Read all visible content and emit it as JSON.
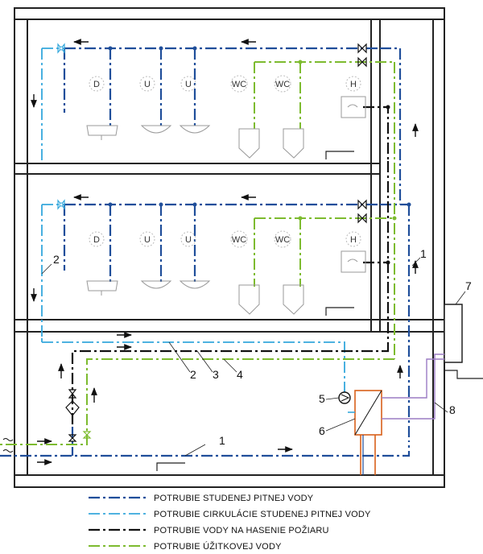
{
  "fixtures": {
    "floor2": [
      "D",
      "U",
      "U",
      "WC",
      "WC",
      "H"
    ],
    "floor1": [
      "D",
      "U",
      "U",
      "WC",
      "WC",
      "H"
    ]
  },
  "callouts": {
    "c1a": "1",
    "c2a": "2",
    "c1b": "1",
    "c2b": "2",
    "c3": "3",
    "c4": "4",
    "c5": "5",
    "c6": "6",
    "c7": "7",
    "c8": "8"
  },
  "legend": [
    {
      "label": "POTRUBIE STUDENEJ PITNEJ VODY",
      "color": "#1f4e9a"
    },
    {
      "label": "POTRUBIE CIRKULÁCIE STUDENEJ PITNEJ VODY",
      "color": "#35a8dc"
    },
    {
      "label": "POTRUBIE VODY NA HASENIE POŽIARU",
      "color": "#111111"
    },
    {
      "label": "POTRUBIE ÚŽITKOVEJ VODY",
      "color": "#7dbb2f"
    }
  ]
}
